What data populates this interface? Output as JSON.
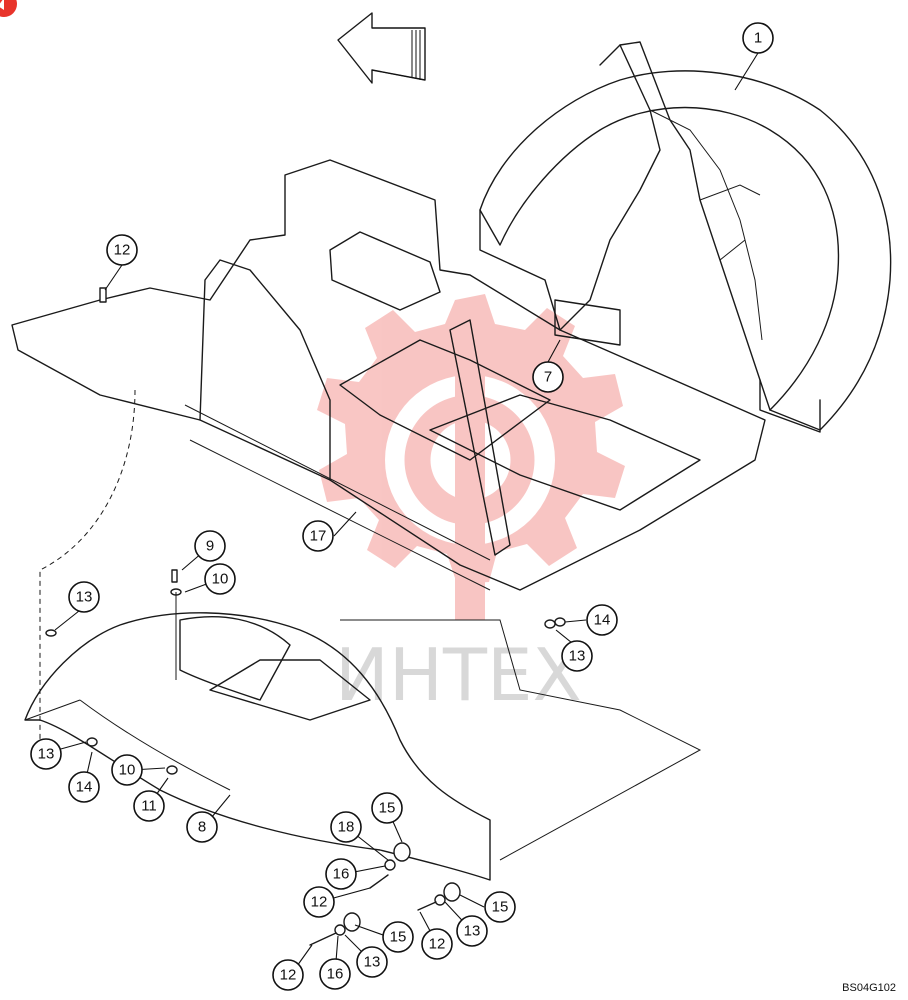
{
  "diagram": {
    "figure_code": "BS04G102",
    "watermark_text": "ИНТЕХ",
    "watermark_color": "#e8342b",
    "corner_badge_color": "#e8342b",
    "direction_arrow": "left-arrow-icon",
    "callouts": [
      "1",
      "7",
      "8",
      "9",
      "10",
      "10",
      "11",
      "12",
      "12",
      "12",
      "12",
      "13",
      "13",
      "13",
      "13",
      "13",
      "14",
      "14",
      "15",
      "15",
      "15",
      "16",
      "16",
      "17",
      "18"
    ]
  }
}
